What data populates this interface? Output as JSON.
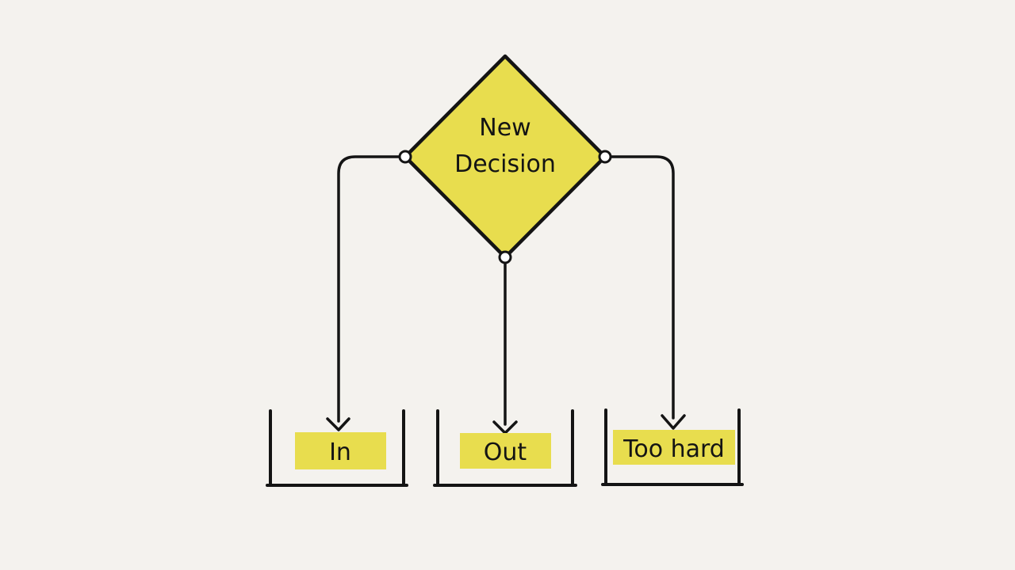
{
  "colors": {
    "background": "#f4f2ee",
    "shape_fill": "#e8dd4e",
    "ink": "#141414"
  },
  "decision": {
    "line1": "New",
    "line2": "Decision"
  },
  "trays": [
    {
      "label": "In"
    },
    {
      "label": "Out"
    },
    {
      "label": "Too hard"
    }
  ]
}
